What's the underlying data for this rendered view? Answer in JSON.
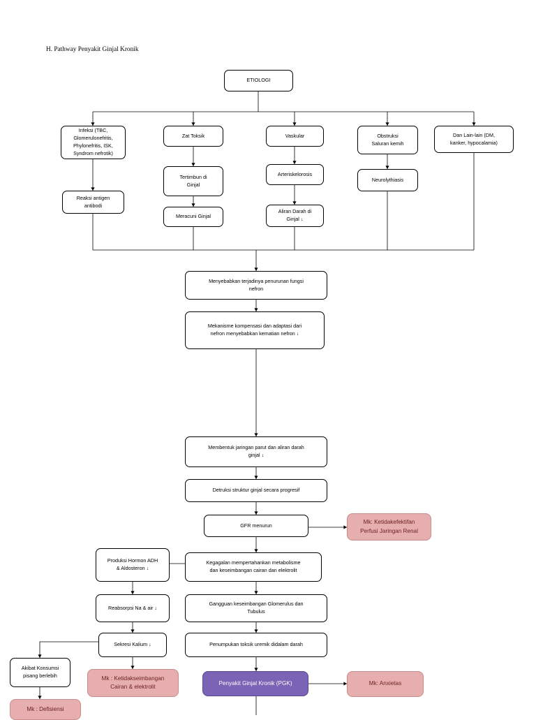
{
  "page": {
    "title": "H. Pathway Penyakit Ginjal Kronik"
  },
  "colors": {
    "box_border": "#000000",
    "box_fill": "#ffffff",
    "problem_fill": "#e6aeae",
    "problem_text": "#6b1f1f",
    "diagnosis_fill": "#7b63b5",
    "diagnosis_text": "#ffffff"
  },
  "nodes": [
    {
      "id": "etiologi",
      "label": "ETIOLOGI",
      "type": "box"
    },
    {
      "id": "infeksi",
      "label": "Infeksi (TBC,\nGlomerulonefritis,\nPhylonefritis, ISK,\nSyndrom nefrotik)",
      "type": "box"
    },
    {
      "id": "zat-toksik",
      "label": "Zat Toksik",
      "type": "box"
    },
    {
      "id": "vaskular",
      "label": "Vaskular",
      "type": "box"
    },
    {
      "id": "obstruksi",
      "label": "Obstruksi\nSaluran kemih",
      "type": "box"
    },
    {
      "id": "dan-lain-lain",
      "label": "Dan Lain-lain (DM,\nkanker, hypocalamia)",
      "type": "box"
    },
    {
      "id": "reaksi-antigen",
      "label": "Reaksi antigen\nantibodi",
      "type": "box"
    },
    {
      "id": "tertimbun",
      "label": "Tertimbun di\nGinjal",
      "type": "box"
    },
    {
      "id": "arteriskelorosis",
      "label": "Arteriskelorosis",
      "type": "box"
    },
    {
      "id": "neurolythiasis",
      "label": "Neurolythiasis",
      "type": "box"
    },
    {
      "id": "meracuni",
      "label": "Meracuni Ginjal",
      "type": "box"
    },
    {
      "id": "aliran-darah",
      "label": "Aliran Darah di\nGinjal ↓",
      "type": "box"
    },
    {
      "id": "penurunan-nefron",
      "label": "Menyebabkan terjadinya penurunan fungsi\nnefron",
      "type": "box"
    },
    {
      "id": "kompensasi",
      "label": "Mekanisme kompensasi dan adaptasi dari\nnefron menyebabkan kematian nefron ↓",
      "type": "box"
    },
    {
      "id": "jaringan-parut",
      "label": "Membentuk jaringan parut dan aliran darah\nginjal ↓",
      "type": "box"
    },
    {
      "id": "detruksi",
      "label": "Detruksi struktur ginjal secara progresif",
      "type": "box"
    },
    {
      "id": "gfr",
      "label": "GFR menurun",
      "type": "box"
    },
    {
      "id": "mk-perfusi",
      "label": "Mk: Ketidakefektifan\nPerfusi Jaringan Renal",
      "type": "problem"
    },
    {
      "id": "produksi-adh",
      "label": "Produksi Hormon ADH\n& Aldosteron ↓",
      "type": "box"
    },
    {
      "id": "kegagalan",
      "label": "Kegagalan mempertahankan metabolisme\ndan keseimbangan cairan dan elektrolit",
      "type": "box"
    },
    {
      "id": "reabsorpsi",
      "label": "Reabsorpsi Na & air ↓",
      "type": "box"
    },
    {
      "id": "gangguan-glomerulus",
      "label": "Gangguan keseimbangan Glomerulus dan\nTubulus",
      "type": "box"
    },
    {
      "id": "sekresi-kalium",
      "label": "Sekresi Kalium ↓",
      "type": "box"
    },
    {
      "id": "penumpukan",
      "label": "Penumpukan toksik uremik didalam darah",
      "type": "box"
    },
    {
      "id": "akibat-konsumsi",
      "label": "Akibat Konsumsi\npisang berlebih",
      "type": "box"
    },
    {
      "id": "mk-ketidakseimbangan",
      "label": "Mk : Ketidakseimbangan\nCairan & elektrolit",
      "type": "problem"
    },
    {
      "id": "pgk",
      "label": "Penyakit Ginjal Kronik (PGK)",
      "type": "diagnosis"
    },
    {
      "id": "mk-anxietas",
      "label": "Mk: Anxietas",
      "type": "problem"
    },
    {
      "id": "mk-defisiensi",
      "label": "Mk : Defisiensi",
      "type": "problem"
    }
  ]
}
